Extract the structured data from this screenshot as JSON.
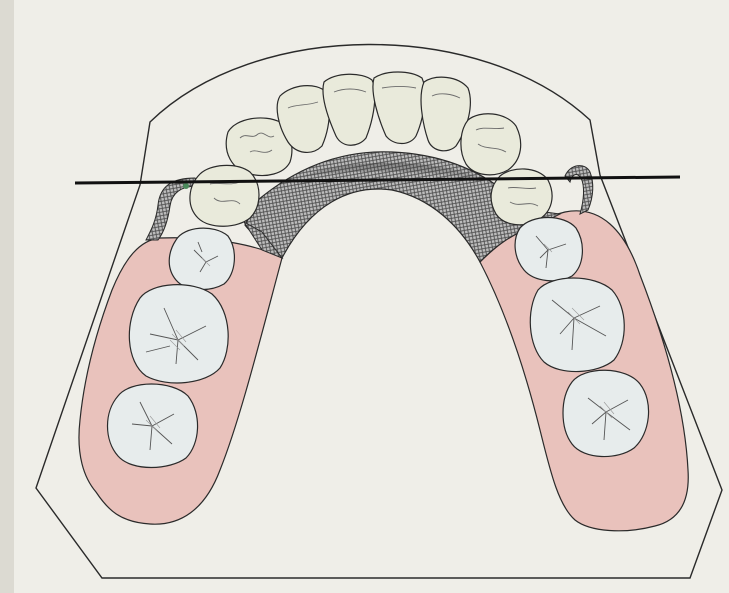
{
  "figure": {
    "kind": "dental arch illustration",
    "colors": {
      "paper": "#efeee8",
      "outline": "#2a2a2a",
      "tooth_fill": "#e9eadb",
      "molar_fill": "#e7ecec",
      "saddle_fill": "#e9c2bc",
      "mesh_dark": "#4e4e4e",
      "mesh_light": "#bdbdbd",
      "crease": "#6b6b6b",
      "clasp_accent": "#4b8a5c"
    },
    "icons": {
      "frame": "cast-outline",
      "connector": "palatal-strap-mesh",
      "saddles": "denture-base-saddles",
      "teeth": "tooth-crowns",
      "line": "reference-line"
    }
  }
}
